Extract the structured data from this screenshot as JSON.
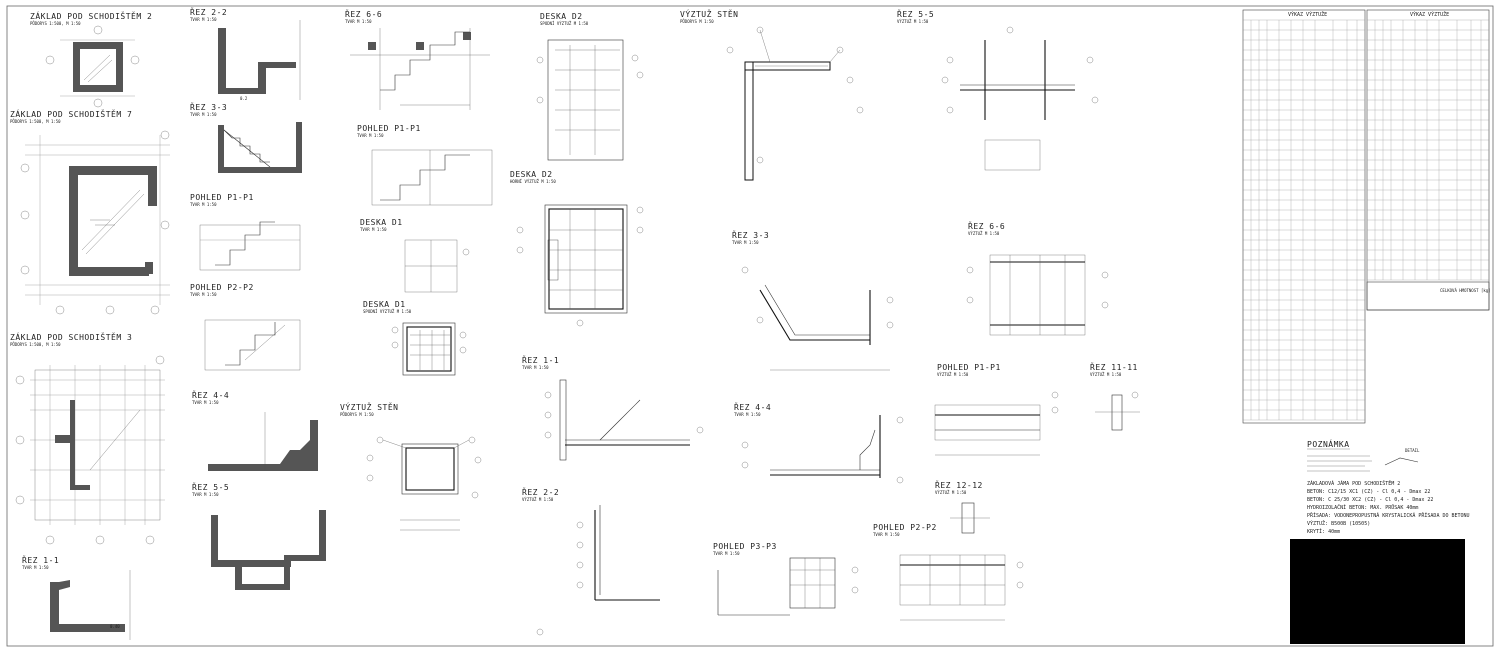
{
  "drawing": {
    "plans": [
      {
        "id": "zaklad-2",
        "title": "ZÁKLAD POD SCHODIŠTĚM 2",
        "subtitle": "PŮDORYS 1:500, M 1:50"
      },
      {
        "id": "zaklad-7",
        "title": "ZÁKLAD POD SCHODIŠTĚM 7",
        "subtitle": "PŮDORYS 1:500, M 1:50"
      },
      {
        "id": "zaklad-3",
        "title": "ZÁKLAD POD SCHODIŠTĚM 3",
        "subtitle": "PŮDORYS 1:500, M 1:50"
      }
    ],
    "sections": [
      {
        "id": "rez-2-2",
        "title": "ŘEZ 2-2",
        "subtitle": "TVAR M 1:50"
      },
      {
        "id": "rez-3-3",
        "title": "ŘEZ 3-3",
        "subtitle": "TVAR M 1:50"
      },
      {
        "id": "pohled-p1-p1-a",
        "title": "POHLED P1-P1",
        "subtitle": "TVAR M 1:50"
      },
      {
        "id": "pohled-p2-p2-a",
        "title": "POHLED P2-P2",
        "subtitle": "TVAR M 1:50"
      },
      {
        "id": "rez-4-4-a",
        "title": "ŘEZ 4-4",
        "subtitle": "TVAR M 1:50"
      },
      {
        "id": "rez-5-5",
        "title": "ŘEZ 5-5",
        "subtitle": "TVAR M 1:50"
      },
      {
        "id": "rez-1-1-a",
        "title": "ŘEZ 1-1",
        "subtitle": "TVAR M 1:50"
      },
      {
        "id": "rez-6-6-a",
        "title": "ŘEZ 6-6",
        "subtitle": "TVAR M 1:50"
      },
      {
        "id": "pohled-p1-p1-b",
        "title": "POHLED P1-P1",
        "subtitle": "TVAR M 1:50"
      },
      {
        "id": "deska-d1",
        "title": "DESKA D1",
        "subtitle": "TVAR M 1:50"
      },
      {
        "id": "deska-d1-v",
        "title": "DESKA D1",
        "subtitle": "SPODNÍ VÝZTUŽ M 1:50"
      },
      {
        "id": "vyztuz-sten-a",
        "title": "VÝZTUŽ STĚN",
        "subtitle": "PŮDORYS M 1:50"
      },
      {
        "id": "deska-d2-a",
        "title": "DESKA D2",
        "subtitle": "SPODNÍ VÝZTUŽ M 1:50"
      },
      {
        "id": "deska-d2-b",
        "title": "DESKA D2",
        "subtitle": "HORNÍ VÝZTUŽ M 1:50"
      },
      {
        "id": "rez-1-1-b",
        "title": "ŘEZ 1-1",
        "subtitle": "TVAR M 1:50"
      },
      {
        "id": "rez-2-2-b",
        "title": "ŘEZ 2-2",
        "subtitle": "VÝZTUŽ M 1:50"
      },
      {
        "id": "vyztuz-sten-b",
        "title": "VÝZTUŽ STĚN",
        "subtitle": "PŮDORYS M 1:50"
      },
      {
        "id": "rez-3-3-b",
        "title": "ŘEZ 3-3",
        "subtitle": "TVAR M 1:50"
      },
      {
        "id": "rez-4-4-b",
        "title": "ŘEZ 4-4",
        "subtitle": "TVAR M 1:50"
      },
      {
        "id": "pohled-p3-p3",
        "title": "POHLED P3-P3",
        "subtitle": "TVAR M 1:50"
      },
      {
        "id": "rez-5-5-b",
        "title": "ŘEZ 5-5",
        "subtitle": "VÝZTUŽ M 1:50"
      },
      {
        "id": "rez-6-6-b",
        "title": "ŘEZ 6-6",
        "subtitle": "VÝZTUŽ M 1:50"
      },
      {
        "id": "pohled-p1-p1-c",
        "title": "POHLED P1-P1",
        "subtitle": "VÝZTUŽ M 1:50"
      },
      {
        "id": "rez-11-11",
        "title": "ŘEZ 11-11",
        "subtitle": "VÝZTUŽ M 1:50"
      },
      {
        "id": "rez-12-12",
        "title": "ŘEZ 12-12",
        "subtitle": "VÝZTUŽ M 1:50"
      },
      {
        "id": "pohled-p2-p2-b",
        "title": "POHLED P2-P2",
        "subtitle": "TVAR M 1:50"
      }
    ],
    "schedule": {
      "left_header": "VÝKAZ VÝZTUŽE",
      "right_header": "VÝKAZ VÝZTUŽE",
      "footer_label": "CELKOVÁ HMOTNOST [kg]"
    },
    "notes": {
      "heading": "POZNÁMKA",
      "lines": [
        "ZÁKLADOVÁ JÁMA POD SCHODIŠTĚM 2",
        "BETON: C12/15 XC1 (CZ) - Cl 0,4 - Dmax 22",
        "BETON: C 25/30 XC2 (CZ) - Cl 0,4 - Dmax 22",
        "HYDROIZOLAČNÍ BETON: MAX. PRŮSAK 40mm",
        "PŘÍSADA: VODONEPROPUSTNÁ KRYSTALICKÁ PŘÍSADA DO BETONU",
        "VÝZTUŽ: B500B (10505)",
        "KRYTÍ: 40mm"
      ],
      "detail_label": "DETAIL"
    }
  },
  "colors": {
    "line": "#333333",
    "concrete": "#555555",
    "title_block": "#000000"
  }
}
